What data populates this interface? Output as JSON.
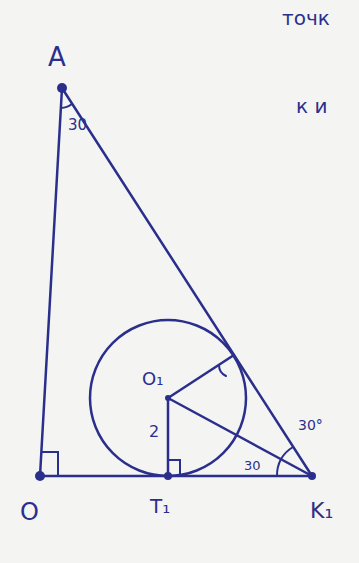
{
  "diagram": {
    "labels": [
      "A",
      "30",
      "O₁",
      "2",
      "30°",
      "30",
      "O",
      "T₁",
      "K₁",
      "точк",
      "к и"
    ]
  }
}
